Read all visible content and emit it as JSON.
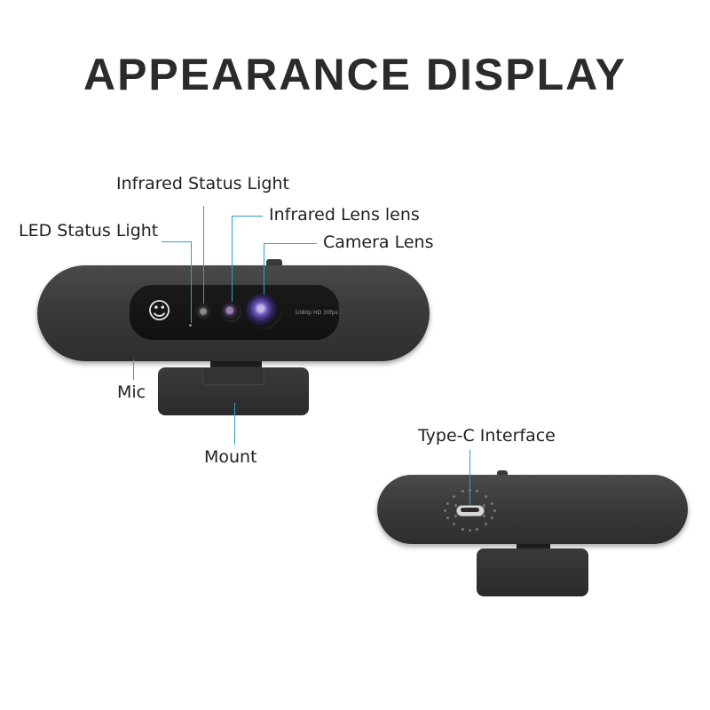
{
  "title": "APPEARANCE DISPLAY",
  "labels": {
    "infrared_status_light": "Infrared Status Light",
    "infrared_lens": "Infrared Lens lens",
    "led_status_light": "LED Status Light",
    "camera_lens": "Camera Lens",
    "mic": "Mic",
    "mount": "Mount",
    "type_c_interface": "Type-C Interface"
  },
  "camera_spec_text": "1080p HD  30fps",
  "colors": {
    "leader_line": "#2aa0c9",
    "title_text": "#2b2b2b",
    "camera_body": "#3a3a3a"
  },
  "icons": {
    "face": "smiley-face-icon"
  }
}
